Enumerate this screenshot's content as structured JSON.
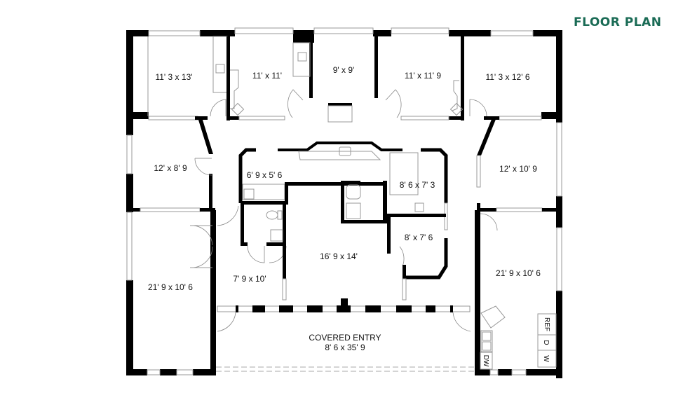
{
  "header": {
    "title": "FLOOR PLAN",
    "title_color": "#1a6b55"
  },
  "rooms": [
    {
      "id": "office-nw",
      "label": "11' 3 x 13'"
    },
    {
      "id": "office-n1",
      "label": "11' x 11'"
    },
    {
      "id": "alcove-n",
      "label": "9' x 9'"
    },
    {
      "id": "office-n2",
      "label": "11' x 11' 9"
    },
    {
      "id": "office-ne",
      "label": "11' 3 x 12' 6"
    },
    {
      "id": "room-w",
      "label": "12' x 8' 9"
    },
    {
      "id": "room-e",
      "label": "12' x 10' 9"
    },
    {
      "id": "bath-small",
      "label": "6' 9 x 5' 6"
    },
    {
      "id": "room-center-e",
      "label": "8' 6 x 7' 3"
    },
    {
      "id": "closet",
      "label": "8' x 7' 6"
    },
    {
      "id": "room-center",
      "label": "16' 9 x 14'"
    },
    {
      "id": "vestibule",
      "label": "7' 9 x 10'"
    },
    {
      "id": "room-sw",
      "label": "21' 9 x 10' 6"
    },
    {
      "id": "kitchen-se",
      "label": "21' 9 x 10' 6"
    }
  ],
  "covered_entry": {
    "label": "COVERED ENTRY",
    "dimensions": "8' 6 x 35' 9"
  },
  "appliances": {
    "ref": "REF",
    "dryer": "D",
    "washer": "W",
    "dishwasher": "DW"
  }
}
